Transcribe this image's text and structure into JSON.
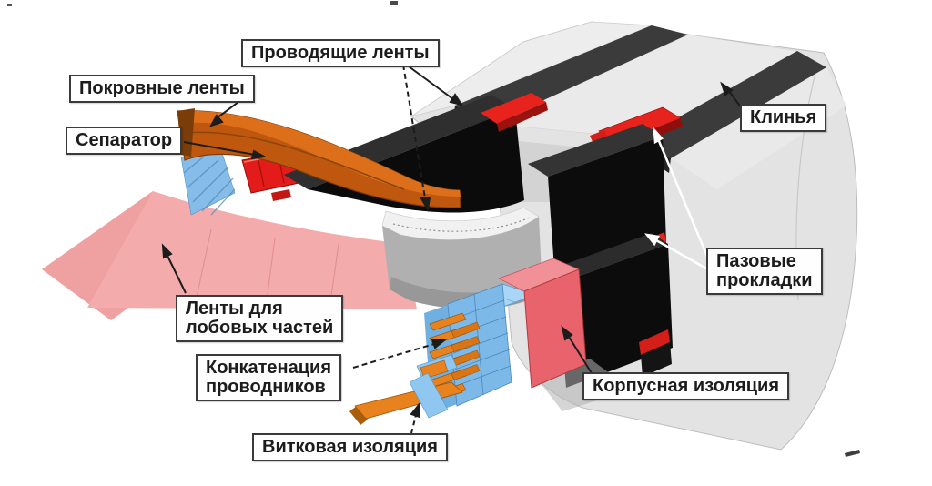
{
  "diagram": {
    "type": "technical-cutaway-diagram",
    "subject_labels_language": "ru",
    "labels": [
      {
        "id": "conducting-tapes",
        "lines": [
          "Проводящие ленты"
        ]
      },
      {
        "id": "covering-tapes",
        "lines": [
          "Покровные ленты"
        ]
      },
      {
        "id": "separator",
        "lines": [
          "Сепаратор"
        ]
      },
      {
        "id": "wedges",
        "lines": [
          "Клинья"
        ]
      },
      {
        "id": "slot-gaskets",
        "lines": [
          "Пазовые",
          "прокладки"
        ]
      },
      {
        "id": "end-winding-tapes",
        "lines": [
          "Ленты для",
          "лобовых частей"
        ]
      },
      {
        "id": "conductor-concatenation",
        "lines": [
          "Конкатенация",
          "проводников"
        ]
      },
      {
        "id": "turn-insulation",
        "lines": [
          "Витковая изоляция"
        ]
      },
      {
        "id": "body-insulation",
        "lines": [
          "Корпусная изоляция"
        ]
      }
    ],
    "colors": {
      "background": "#ffffff",
      "core_gray": "#e3e3e3",
      "wedge_dark": "#3b3b3b",
      "bar_black": "#0c0c0c",
      "gasket_red": "#e8231d",
      "covering_tape_orange": "#c0570f",
      "mica_band_gray": "#b0b0b0",
      "end_winding_pink": "#f4abab",
      "turn_insulation_blue": "#7db9e8",
      "conductor_orange": "#e8821e",
      "body_insulation_red": "#e8636c",
      "label_border": "#3a3a3a"
    }
  }
}
